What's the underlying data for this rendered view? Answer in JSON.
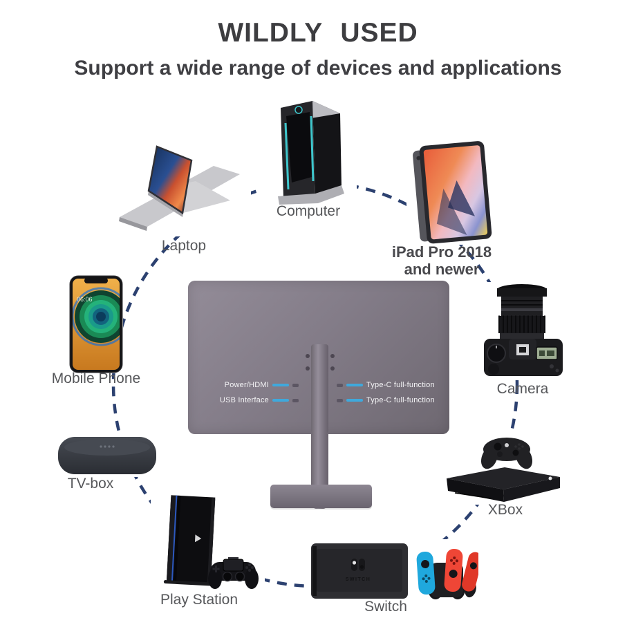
{
  "page": {
    "background_color": "#ffffff"
  },
  "header": {
    "title": "WILDLY USED",
    "subtitle": "Support a wide range of devices and applications"
  },
  "diagram": {
    "circle_color": "#2c4170",
    "monitor": {
      "line_color": "#3fa9dc",
      "ports_left": [
        {
          "label": "Power/HDMI"
        },
        {
          "label": "USB Interface"
        }
      ],
      "ports_right": [
        {
          "label": "Type-C full-function"
        },
        {
          "label": "Type-C full-function"
        }
      ]
    },
    "devices": [
      {
        "id": "laptop",
        "label": "Laptop"
      },
      {
        "id": "computer",
        "label": "Computer"
      },
      {
        "id": "ipad",
        "label": "iPad Pro 2018",
        "label_line2": "and newer"
      },
      {
        "id": "camera",
        "label": "Camera"
      },
      {
        "id": "xbox",
        "label": "XBox"
      },
      {
        "id": "switch",
        "label": "Switch",
        "dock_text": "SWITCH"
      },
      {
        "id": "playstation",
        "label": "Play Station"
      },
      {
        "id": "tvbox",
        "label": "TV-box"
      },
      {
        "id": "mobile",
        "label": "Mobile Phone",
        "screen_time": "06:06"
      }
    ]
  }
}
